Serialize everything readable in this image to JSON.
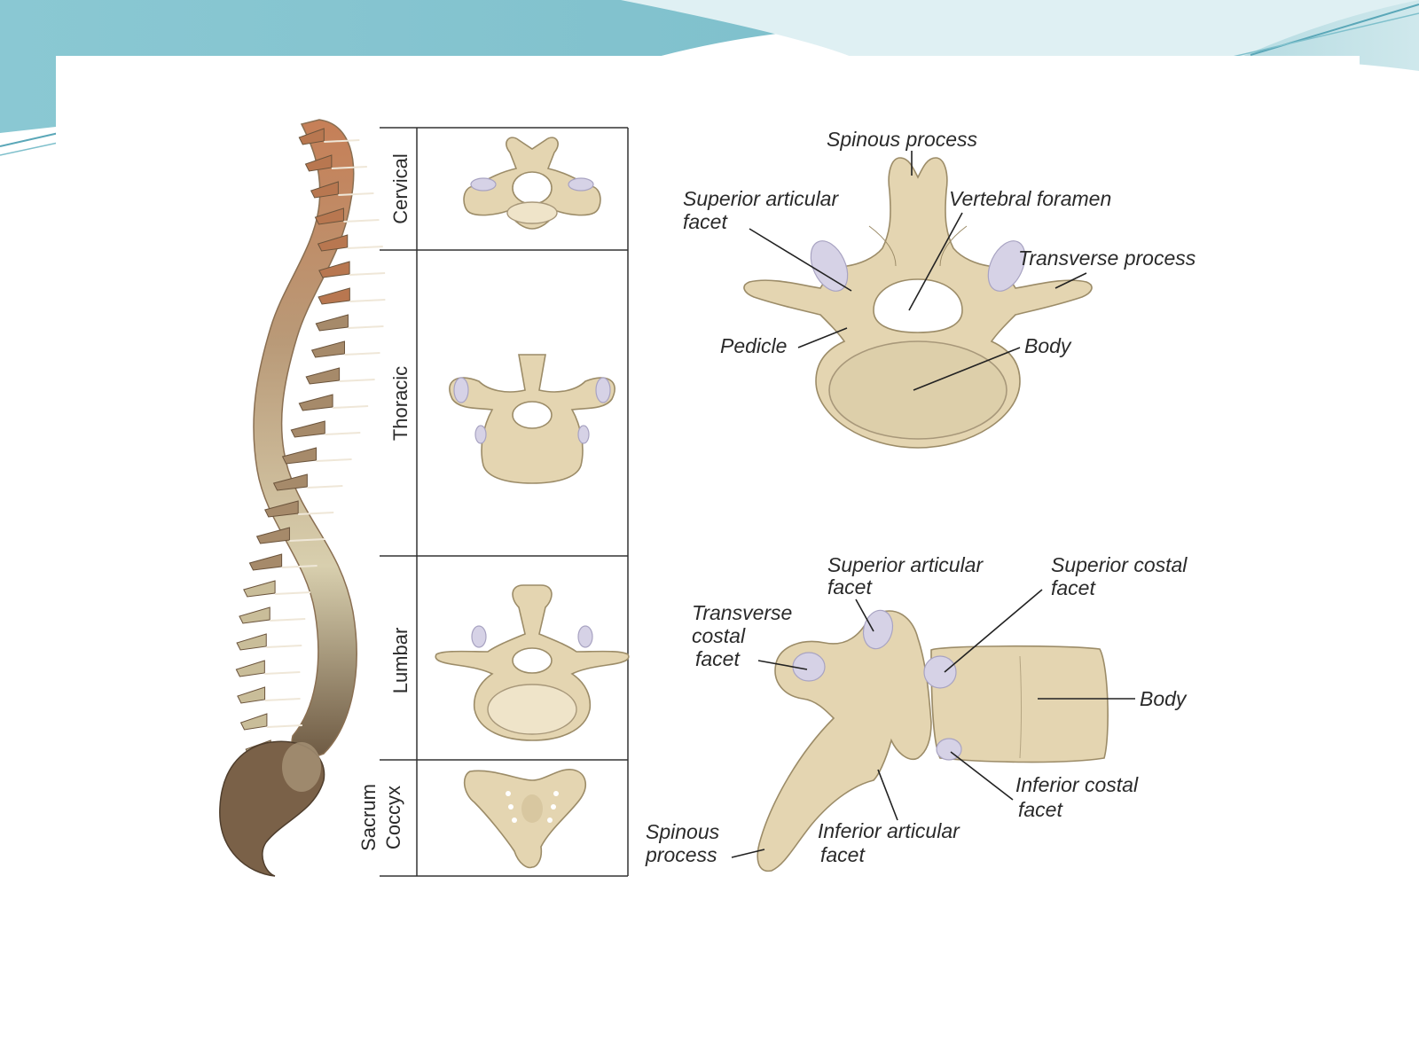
{
  "regions": {
    "cervical": "Cervical",
    "thoracic": "Thoracic",
    "lumbar": "Lumbar",
    "sacrum_coccyx": [
      "Sacrum",
      "Coccyx"
    ]
  },
  "top_labels": {
    "spinous_process": "Spinous process",
    "superior_articular_facet": [
      "Superior articular",
      "facet"
    ],
    "vertebral_foramen": "Vertebral foramen",
    "transverse_process": "Transverse process",
    "pedicle": "Pedicle",
    "body": "Body"
  },
  "bottom_labels": {
    "superior_articular_facet": [
      "Superior articular",
      "facet"
    ],
    "superior_costal_facet": [
      "Superior costal",
      "facet"
    ],
    "transverse_costal_facet": [
      "Transverse",
      "costal",
      "facet"
    ],
    "body": "Body",
    "inferior_costal_facet": [
      "Inferior costal",
      "facet"
    ],
    "spinous_process": [
      "Spinous",
      "process"
    ],
    "inferior_articular_facet": [
      "Inferior articular",
      "facet"
    ]
  },
  "colors": {
    "header_teal": "#7fc3cf",
    "bone": "#e4d5b1",
    "facet": "#d6d2e6",
    "spine_top": "#c78a63",
    "spine_bottom": "#6e5a43"
  }
}
